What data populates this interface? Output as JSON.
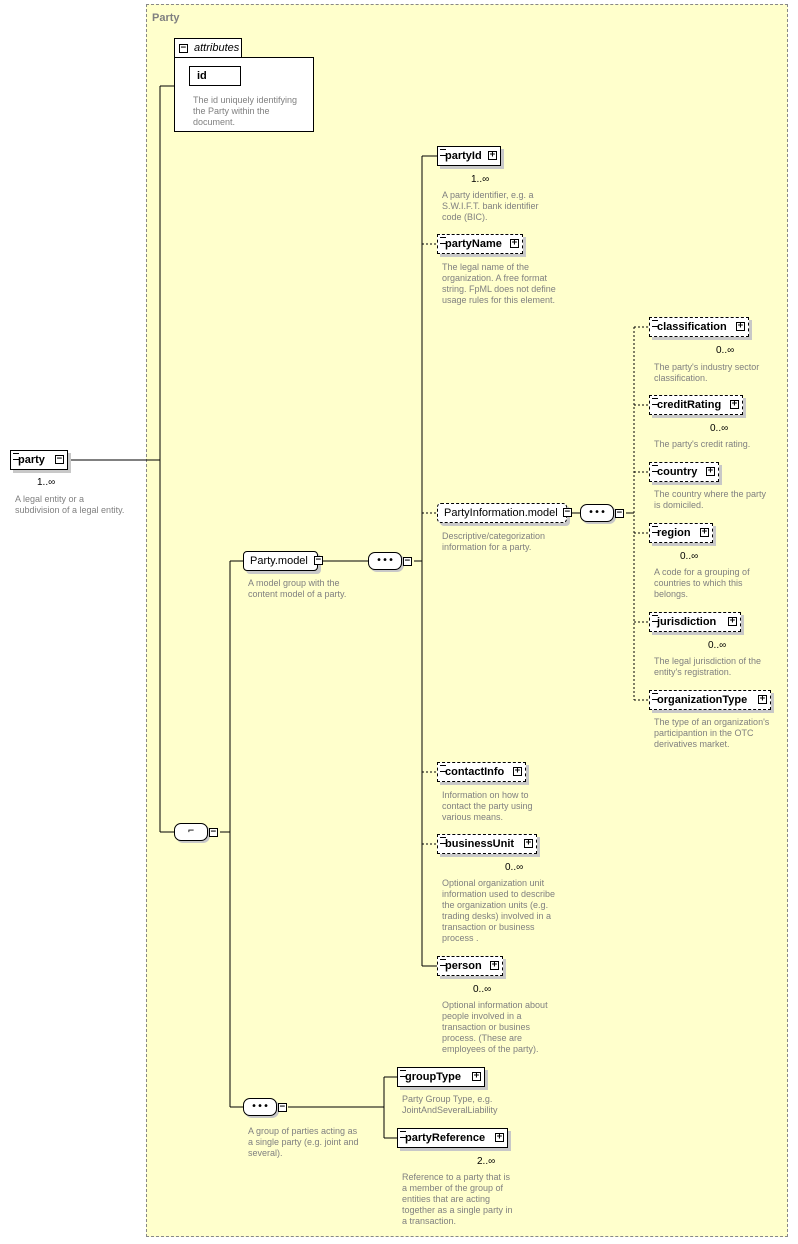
{
  "type_title": "Party",
  "attributes": {
    "tab_label": "attributes",
    "id_label": "id",
    "id_doc": "The id uniquely identifying\nthe Party within the\ndocument."
  },
  "root": {
    "label": "party",
    "card": "1..∞",
    "doc": "A legal entity or a\nsubdivision of a legal entity."
  },
  "party_model": {
    "label": "Party.model",
    "doc": "A model group with the\ncontent model of a party."
  },
  "party_id": {
    "label": "partyId",
    "card": "1..∞",
    "doc": "A party identifier, e.g. a\nS.W.I.F.T. bank identifier\ncode (BIC)."
  },
  "party_name": {
    "label": "partyName",
    "doc": "The legal name of the\norganization. A free format\nstring. FpML does not define\nusage rules for this element."
  },
  "party_info": {
    "label": "PartyInformation.model",
    "doc": "Descriptive/categorization\ninformation for a party."
  },
  "classification": {
    "label": "classification",
    "card": "0..∞",
    "doc": "The party's industry sector\nclassification."
  },
  "credit_rating": {
    "label": "creditRating",
    "card": "0..∞",
    "doc": "The party's credit rating."
  },
  "country": {
    "label": "country",
    "doc": "The country where the party\nis domiciled."
  },
  "region": {
    "label": "region",
    "card": "0..∞",
    "doc": "A code for a grouping of\ncountries to which this\nbelongs."
  },
  "jurisdiction": {
    "label": "jurisdiction",
    "card": "0..∞",
    "doc": "The legal jurisdiction of the\nentity's registration."
  },
  "organization_type": {
    "label": "organizationType",
    "doc": "The type of an organization's\nparticipantion in the OTC\nderivatives market."
  },
  "contact_info": {
    "label": "contactInfo",
    "doc": "Information on how to\ncontact the party using\nvarious means."
  },
  "business_unit": {
    "label": "businessUnit",
    "card": "0..∞",
    "doc": "Optional organization unit\ninformation used to describe\nthe organization units (e.g.\ntrading desks) involved in a\ntransaction or business\nprocess ."
  },
  "person": {
    "label": "person",
    "card": "0..∞",
    "doc": "Optional information about\npeople involved in a\ntransaction or busines\nprocess. (These are\nemployees of the party)."
  },
  "group_seq": {
    "doc": "A group of parties acting as\na single party (e.g. joint and\nseveral)."
  },
  "group_type": {
    "label": "groupType",
    "doc": "Party Group Type, e.g.\nJointAndSeveralLiability"
  },
  "party_reference": {
    "label": "partyReference",
    "card": "2..∞",
    "doc": "Reference to a party that is\na member of the group of\nentities that are acting\ntogether as a single party in\na transaction."
  },
  "symbols": {
    "expand": "+",
    "collapse": "−",
    "sequence": "•••",
    "choice": "⌐"
  }
}
